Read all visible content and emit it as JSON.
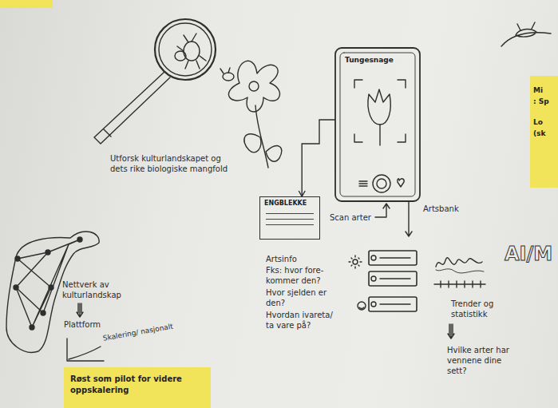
{
  "diagram": {
    "nodes": [
      {
        "text": [
          "Tungesnage"
        ]
      },
      {
        "text": [
          "ENGBLEKKE"
        ]
      },
      {
        "text": [
          "Røst som pilot for videre oppskalering"
        ]
      },
      {
        "text": [
          "Mi",
          ": Sp",
          "Lo",
          "(sk"
        ]
      }
    ],
    "edges": [
      {
        "from": 0,
        "to": 1,
        "arrow": "to"
      }
    ],
    "labels": [
      "Utforsk kulturlandskapet og dets rike biologiske mangfold",
      "Scan arter",
      "Artsbank",
      "Artsinfo",
      "Fks: hvor fore-kommer den?",
      "Hvor sjelden er den?",
      "Hvordan ivareta/ ta vare på?",
      "Trender og statistikk",
      "Hvilke arter har vennene dine sett?",
      "AI/M",
      "Nettverk av kulturlandskap",
      "Plattform",
      "Skalering/ nasjonalt"
    ]
  }
}
